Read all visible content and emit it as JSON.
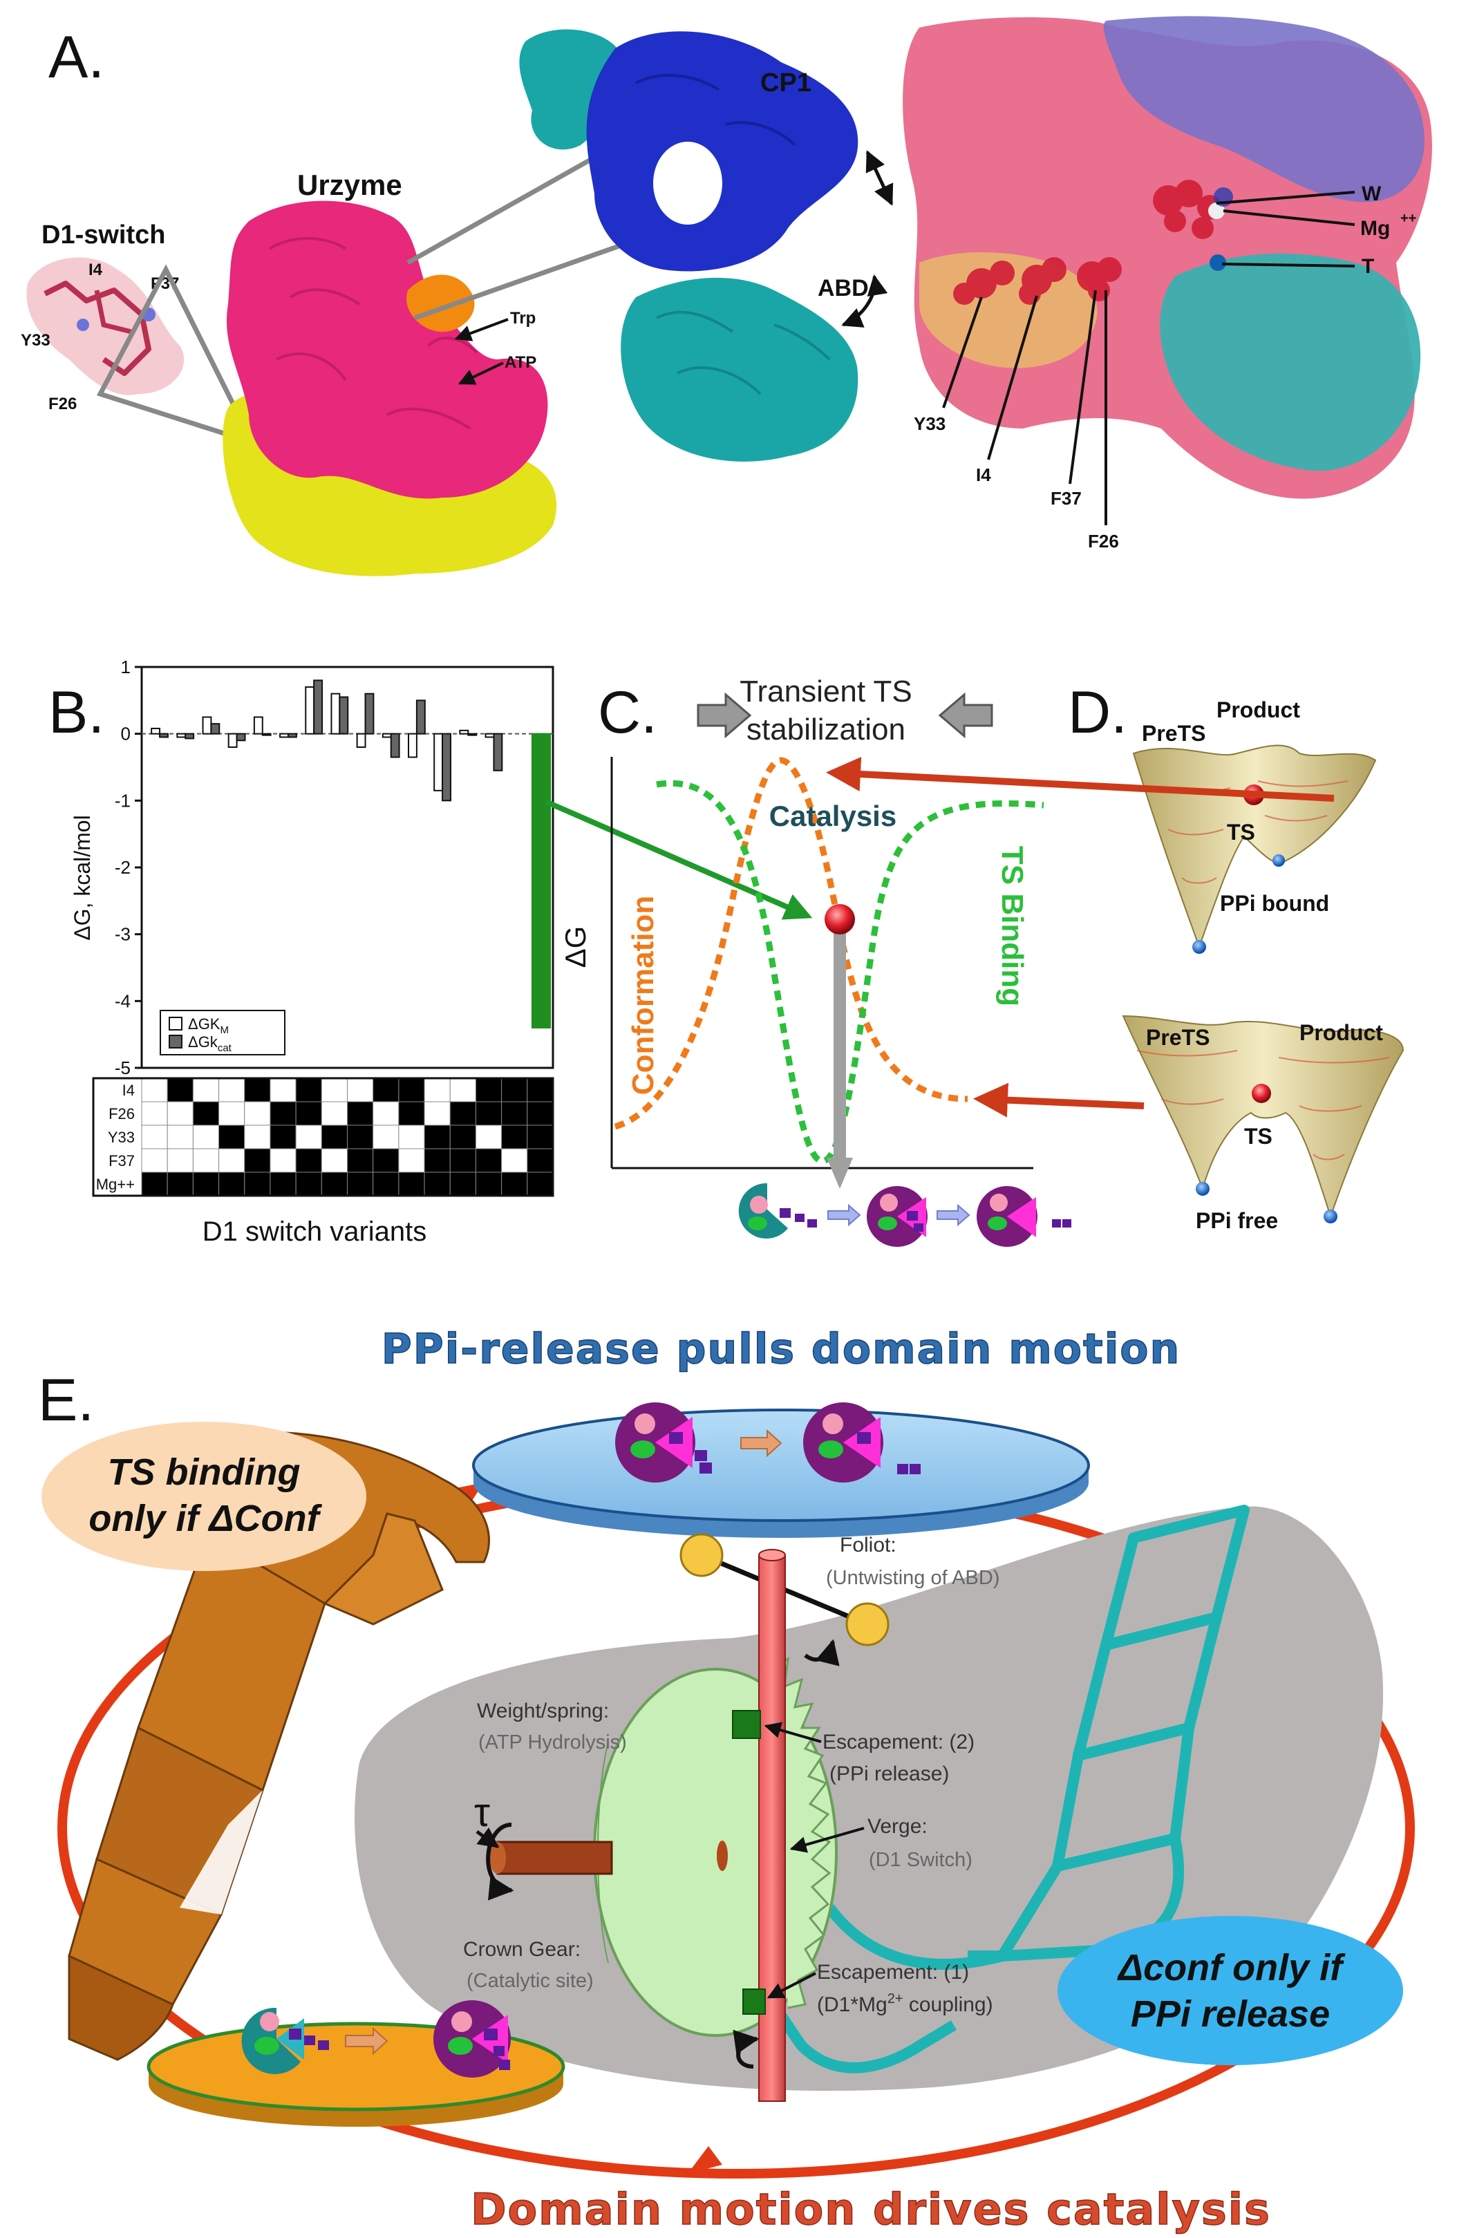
{
  "panel_a": {
    "label": "A.",
    "d1_switch": "D1-switch",
    "urzyme": "Urzyme",
    "cp1": "CP1",
    "abd": "ABD",
    "trp": "Trp",
    "atp": "ATP",
    "residues_left": [
      "I4",
      "F37",
      "Y33",
      "F26"
    ],
    "right_labels": [
      "W",
      "Mg",
      "++",
      "T"
    ],
    "right_residues": [
      "Y33",
      "I4",
      "F37",
      "F26"
    ]
  },
  "panel_b": {
    "label": "B.",
    "ylabel": "ΔG, kcal/mol",
    "legend_km": "ΔGK",
    "legend_km_sub": "M",
    "legend_kcat": "ΔGk",
    "legend_kcat_sub": "cat",
    "grid_rows": [
      "I4",
      "F26",
      "Y33",
      "F37",
      "Mg++"
    ],
    "xlabel": "D1 switch variants"
  },
  "panel_c": {
    "label": "C.",
    "title_line1": "Transient TS",
    "title_line2": "stabilization",
    "catalysis": "Catalysis",
    "conformation": "Conformation",
    "ts_binding": "TS Binding",
    "ylabel": "ΔG"
  },
  "panel_d": {
    "label": "D.",
    "top": {
      "product": "Product",
      "prets": "PreTS",
      "ts": "TS",
      "state": "PPi bound"
    },
    "bottom": {
      "prets": "PreTS",
      "product": "Product",
      "ts": "TS",
      "state": "PPi free"
    }
  },
  "panel_e": {
    "label": "E.",
    "title_top": "PPi-release pulls domain motion",
    "title_bottom": "Domain motion drives catalysis",
    "bubble_left_1": "TS binding",
    "bubble_left_2": "only if ΔConf",
    "bubble_right_1": "Δconf only if",
    "bubble_right_2": "PPi release",
    "foliot": "Foliot:",
    "foliot_sub": "(Untwisting of ABD)",
    "weight": "Weight/spring:",
    "weight_sub": "(ATP Hydrolysis)",
    "tau": "τ",
    "escapement2": "Escapement: (2)",
    "escapement2_sub": "(PPi release)",
    "verge": "Verge:",
    "verge_sub": "(D1 Switch)",
    "crown": "Crown Gear:",
    "crown_sub": "(Catalytic site)",
    "escapement1": "Escapement: (1)",
    "escapement1_sub_a": "(D1*Mg",
    "escapement1_sup": "2+",
    "escapement1_sub_b": " coupling)"
  },
  "colors": {
    "urzyme": "#e8287a",
    "cp1": "#1f2fc8",
    "abd": "#1aa6a6",
    "d1": "#e8e021",
    "trp": "#f28a10",
    "orange_dots": "#f07a1a",
    "green_dots": "#2bbf3a",
    "arrow_red": "#cc3a1a",
    "bar_green": "#1f8f1f"
  },
  "chart_data": {
    "type": "bar",
    "ylim": [
      -5,
      1
    ],
    "yticks": [
      1,
      0,
      -1,
      -2,
      -3,
      -4,
      -5
    ],
    "ylabel": "ΔG, kcal/mol",
    "xlabel": "D1 switch variants",
    "series": [
      {
        "name": "ΔGKM",
        "values": [
          0.08,
          -0.05,
          0.25,
          -0.2,
          0.25,
          -0.05,
          0.7,
          0.6,
          -0.2,
          -0.05,
          -0.35,
          -0.85,
          0.05,
          -0.05,
          -4.4
        ]
      },
      {
        "name": "ΔGkcat",
        "values": [
          -0.05,
          -0.07,
          0.15,
          -0.1,
          0.0,
          -0.05,
          0.8,
          0.55,
          0.6,
          -0.35,
          0.5,
          -1.0,
          0.0,
          -0.55,
          -4.4
        ]
      }
    ],
    "matrix_rows": [
      "I4",
      "F26",
      "Y33",
      "F37",
      "Mg++"
    ],
    "matrix": [
      [
        0,
        1,
        0,
        0,
        1,
        0,
        1,
        0,
        0,
        1,
        1,
        0,
        0,
        1,
        1,
        1
      ],
      [
        0,
        0,
        1,
        0,
        0,
        1,
        1,
        0,
        1,
        0,
        1,
        0,
        1,
        1,
        1,
        1
      ],
      [
        0,
        0,
        0,
        1,
        0,
        1,
        0,
        1,
        1,
        0,
        0,
        1,
        1,
        0,
        1,
        1
      ],
      [
        0,
        0,
        0,
        0,
        1,
        0,
        1,
        0,
        1,
        1,
        0,
        1,
        1,
        1,
        0,
        1
      ],
      [
        1,
        1,
        1,
        1,
        1,
        1,
        1,
        1,
        1,
        1,
        1,
        1,
        1,
        1,
        1,
        1
      ]
    ]
  }
}
